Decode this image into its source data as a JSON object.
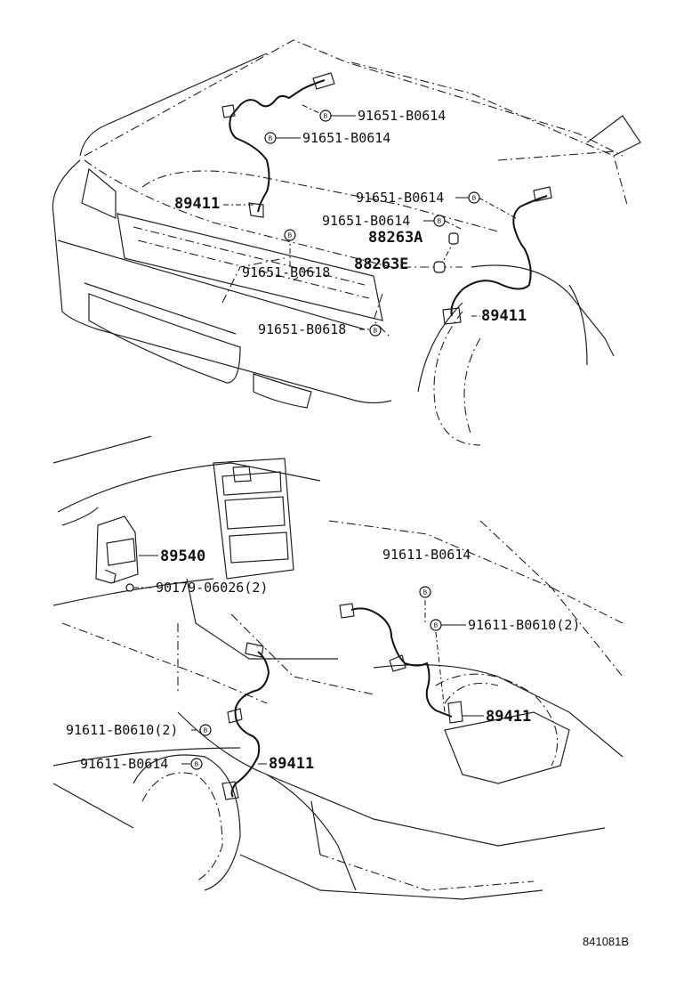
{
  "diagram_id": "841081B",
  "top_view": {
    "labels": {
      "bolt_a": "91651-B0614",
      "bolt_b": "91651-B0614",
      "bolt_c": "91651-B0614",
      "bolt_d": "91651-B0614",
      "bolt_e": "91651-B0618",
      "bolt_f": "91651-B0618",
      "sensor_left": "89411",
      "sensor_right": "89411",
      "clamp_a": "88263A",
      "clamp_e": "88263E"
    }
  },
  "bottom_view": {
    "labels": {
      "ecu": "89540",
      "ecu_screw": "90179-06026(2)",
      "bolt_top": "91611-B0614",
      "bolt_top_pair": "91611-B0610(2)",
      "sensor_right": "89411",
      "bolt_left_pair": "91611-B0610(2)",
      "bolt_left": "91611-B0614",
      "sensor_left": "89411"
    }
  },
  "bolt_glyph": "B"
}
